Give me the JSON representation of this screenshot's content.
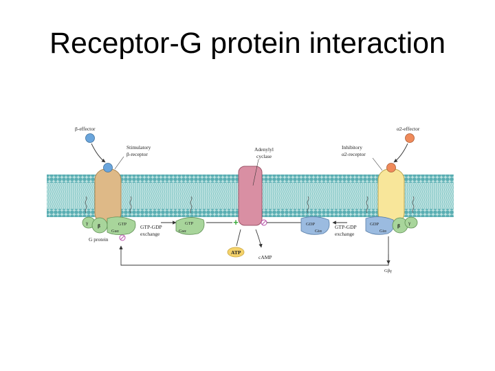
{
  "slide": {
    "title": "Receptor-G protein interaction"
  },
  "diagram": {
    "left": {
      "effector": "β-effector",
      "receptor_line1": "Stimulatory",
      "receptor_line2": "β-receptor",
      "gamma": "γ",
      "beta": "β",
      "gtp": "GTP",
      "g_alpha": "Gsα",
      "g_protein": "G protein",
      "exchange_line1": "GTP-GDP",
      "exchange_line2": "exchange",
      "gtp2": "GTP",
      "g_alpha2": "Gsα"
    },
    "center": {
      "enzyme_line1": "Adenylyl",
      "enzyme_line2": "cyclase",
      "substrate": "ATP",
      "product": "cAMP",
      "plus": "+"
    },
    "right": {
      "effector": "α2-effector",
      "receptor_line1": "Inhibitory",
      "receptor_line2": "α2-receptor",
      "gdp": "GDP",
      "g_alpha": "Giα",
      "exchange_line1": "GTP-GDP",
      "exchange_line2": "exchange",
      "gdp2": "GDP",
      "g_alpha2": "Giα",
      "beta": "β",
      "gamma": "γ",
      "g_beta_gamma": "Gβγ"
    },
    "colors": {
      "membrane_head": "#5aaeb3",
      "membrane_tail": "#9fd3d0",
      "stimulatory_receptor": "#deb987",
      "inhibitory_receptor": "#f8e69a",
      "adenylyl_cyclase": "#d98fa3",
      "g_alpha_s": "#a8d59b",
      "g_alpha_i": "#9bbbe0",
      "ligand_beta": "#6aa5dc",
      "ligand_alpha": "#ef8a5a",
      "atp": "#f4d26a",
      "inhibit_symbol": "#b64fa8",
      "stimulate_symbol": "#38a83a"
    }
  }
}
